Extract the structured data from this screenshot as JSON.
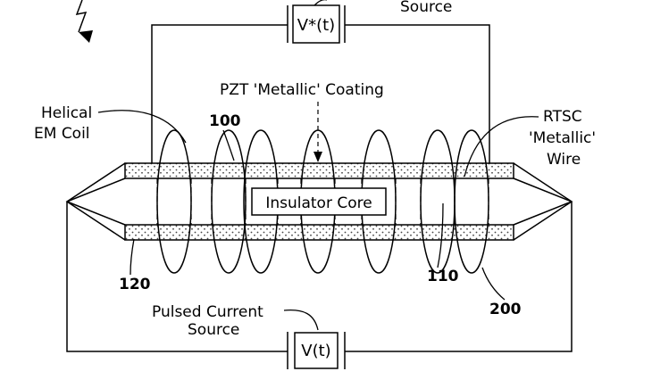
{
  "diagram": {
    "top_source": {
      "symbol": "V*(t)",
      "caption_partial": "Source"
    },
    "bottom_source": {
      "symbol": "V(t)",
      "caption_line1": "Pulsed Current",
      "caption_line2": "Source"
    },
    "labels": {
      "coating": "PZT 'Metallic' Coating",
      "coil_line1": "Helical",
      "coil_line2": "EM Coil",
      "wire_line1": "RTSC",
      "wire_line2": "'Metallic'",
      "wire_line3": "Wire",
      "core": "Insulator Core"
    },
    "reference_numerals": {
      "coating": "100",
      "wire": "110",
      "coil": "200",
      "end": "120"
    }
  }
}
